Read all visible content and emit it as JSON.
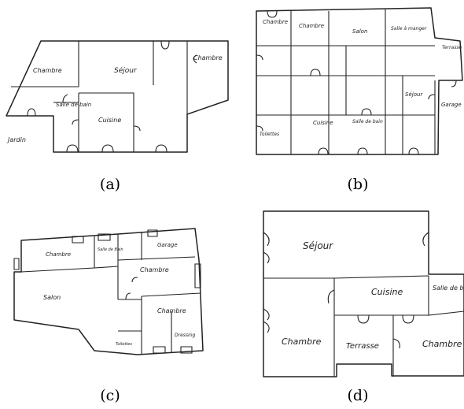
{
  "panels": [
    {
      "caption": "(a)",
      "rooms": [
        "Chambre",
        "Séjour",
        "Chambre",
        "Salle de bain",
        "Cuisine",
        "Jardin"
      ]
    },
    {
      "caption": "(b)",
      "rooms": [
        "Chambre",
        "Chambre",
        "Salon",
        "Salle à manger",
        "Terrasse",
        "Séjour",
        "Garage",
        "Cuisine",
        "Salle de bain",
        "Toilettes"
      ]
    },
    {
      "caption": "(c)",
      "rooms": [
        "Chambre",
        "Salle de Bain",
        "Garage",
        "Chambre",
        "Salon",
        "Chambre",
        "Toilettes",
        "Dressing"
      ]
    },
    {
      "caption": "(d)",
      "rooms": [
        "Séjour",
        "Cuisine",
        "Salle de bains",
        "Chambre",
        "Terrasse",
        "Chambre"
      ]
    }
  ]
}
